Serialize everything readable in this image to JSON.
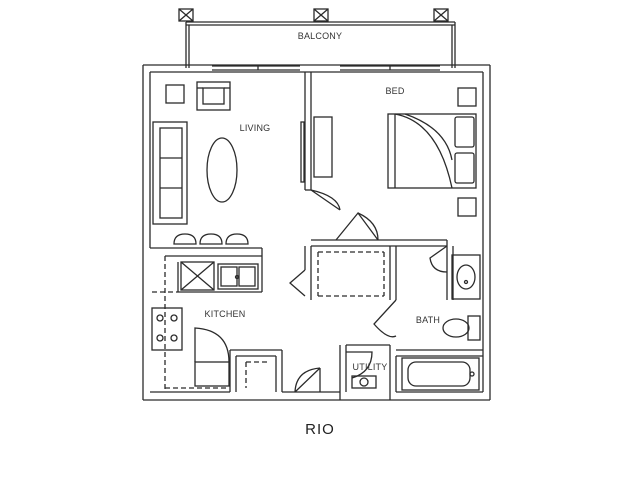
{
  "plan": {
    "name": "RIO",
    "rooms": {
      "balcony": "BALCONY",
      "living": "LIVING",
      "bed": "BED",
      "kitchen": "KITCHEN",
      "bath": "BATH",
      "utility": "UTILITY"
    }
  },
  "colors": {
    "line": "#2b2b2b",
    "fill": "#ffffff"
  }
}
